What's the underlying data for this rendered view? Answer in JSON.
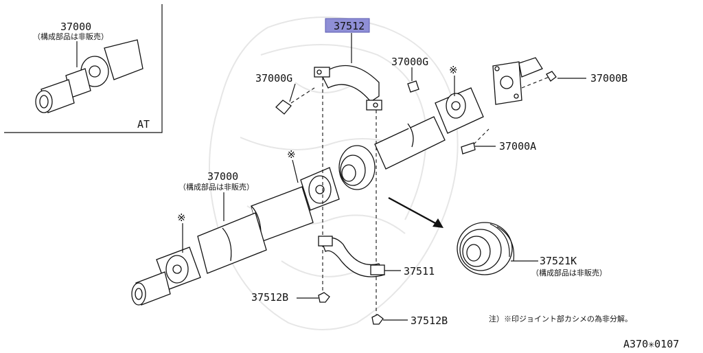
{
  "callouts": {
    "p37512": "37512",
    "p37000g_left": "37000G",
    "p37000g_right": "37000G",
    "p37000b": "37000B",
    "p37000a": "37000A",
    "p37000_main": "37000",
    "p37000_main_note": "（構成部品は非販売）",
    "p37511": "37511",
    "p37521k": "37521K",
    "p37521k_note": "（構成部品は非販売）",
    "p37512b_left": "37512B",
    "p37512b_right": "37512B"
  },
  "inset": {
    "part_number": "37000",
    "note": "（構成部品は非販売）",
    "label": "AT"
  },
  "marks": {
    "m1": "※",
    "m2": "※",
    "m3": "※"
  },
  "footnote": "注）※印ジョイント部カシメの為非分解。",
  "diagram_code": "A370✳0107",
  "colors": {
    "highlight": "#8f8fd6",
    "line": "#111111"
  }
}
